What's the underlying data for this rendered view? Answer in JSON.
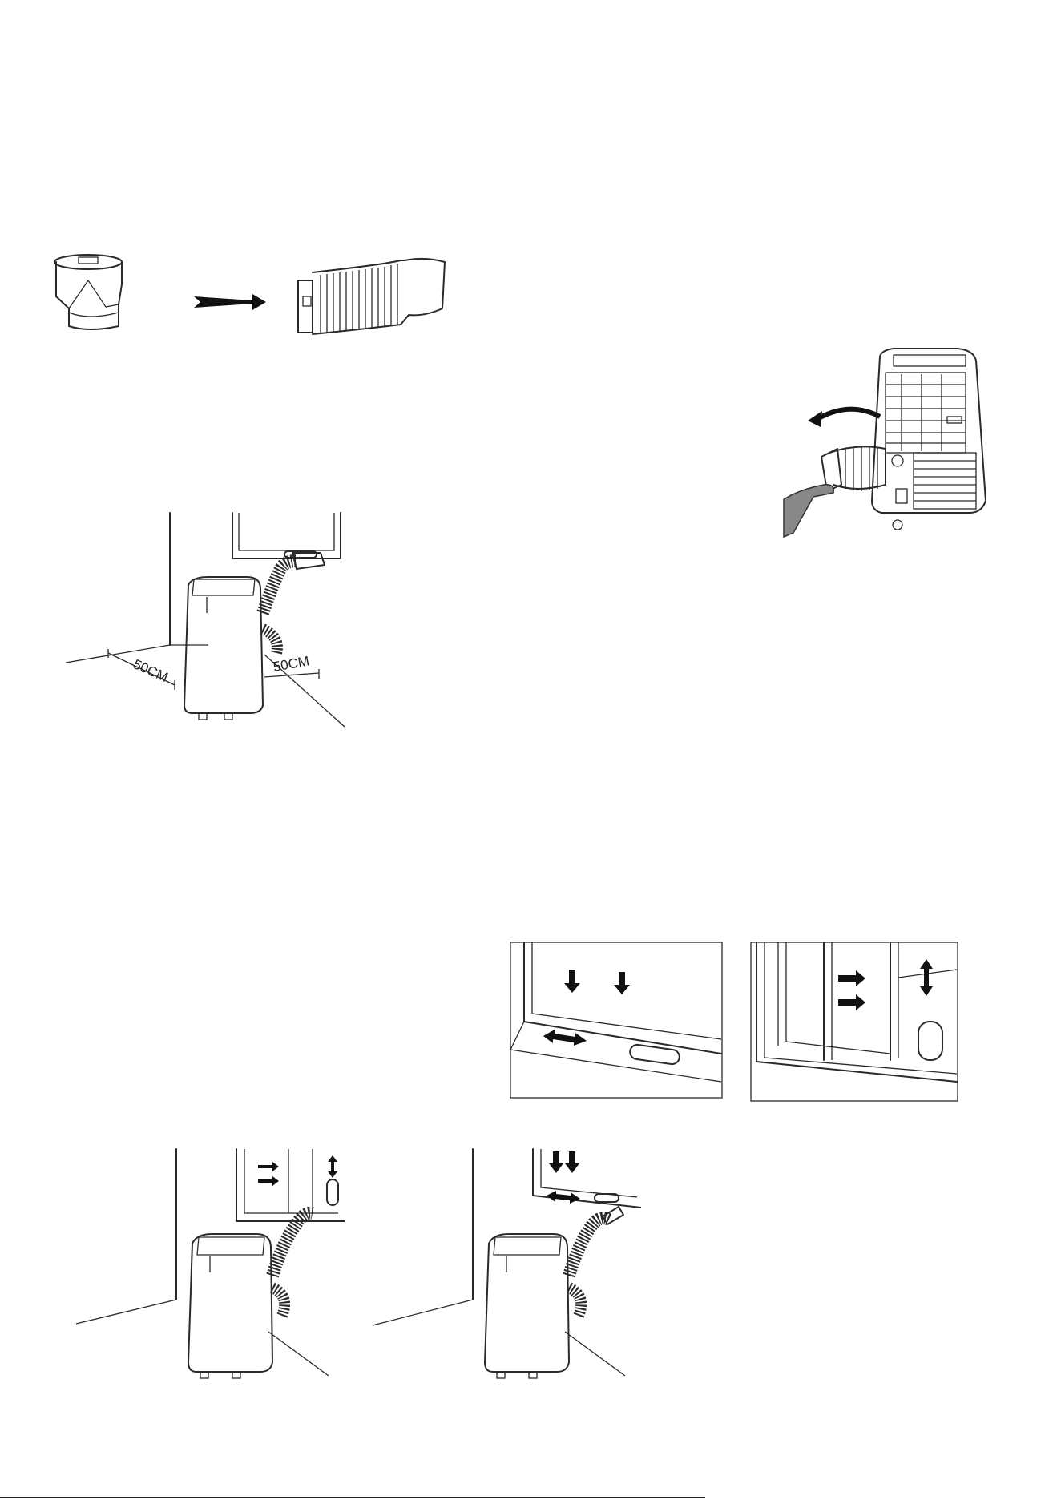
{
  "page": {
    "background": "#ffffff",
    "line_color": "#2a2a2a"
  },
  "figures": {
    "adapter_to_hose": {
      "arrow": "right-arrow"
    },
    "clearance": {
      "dim_left": "50CM",
      "dim_right": "50CM"
    },
    "hose_install": {
      "arrow": "curved-arrow"
    },
    "window_panels": [
      "sliding-window-horizontal",
      "sliding-window-vertical"
    ],
    "installed_units": [
      "unit-vertical-window",
      "unit-horizontal-window"
    ]
  }
}
